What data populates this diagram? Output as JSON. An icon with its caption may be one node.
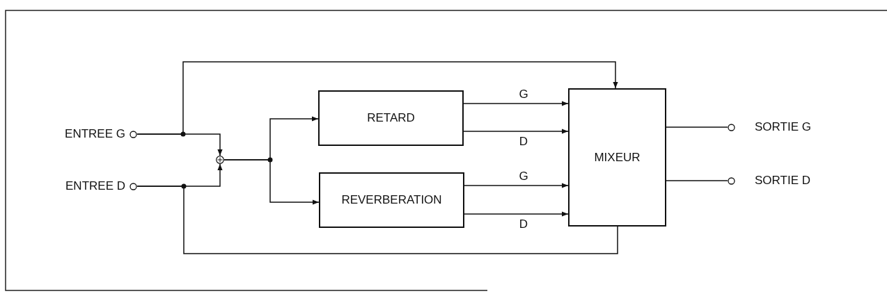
{
  "diagram": {
    "nodes": [
      {
        "text": [
          "ENTREE G"
        ]
      },
      {
        "text": [
          "ENTREE D"
        ]
      },
      {
        "text": [],
        "shape": "circle"
      },
      {
        "text": [
          "RETARD"
        ]
      },
      {
        "text": [
          "REVERBERATION"
        ]
      },
      {
        "text": [
          "MIXEUR"
        ]
      },
      {
        "text": [
          "SORTIE G"
        ]
      },
      {
        "text": [
          "SORTIE D"
        ]
      }
    ],
    "edges": [
      {
        "from": 0,
        "to": 2,
        "arrow": "to"
      },
      {
        "from": 0,
        "to": 5,
        "arrow": "to"
      },
      {
        "from": 1,
        "to": 2,
        "arrow": "to"
      },
      {
        "from": 1,
        "to": 5,
        "arrow": "none"
      },
      {
        "from": 2,
        "to": 3,
        "arrow": "to"
      },
      {
        "from": 2,
        "to": 4,
        "arrow": "to"
      },
      {
        "from": 3,
        "to": 5,
        "arrow": "to",
        "label": "G"
      },
      {
        "from": 3,
        "to": 5,
        "arrow": "to",
        "label": "D"
      },
      {
        "from": 4,
        "to": 5,
        "arrow": "to",
        "label": "G"
      },
      {
        "from": 4,
        "to": 5,
        "arrow": "to",
        "label": "D"
      },
      {
        "from": 5,
        "to": 6,
        "arrow": "none"
      },
      {
        "from": 5,
        "to": 7,
        "arrow": "none"
      }
    ]
  }
}
